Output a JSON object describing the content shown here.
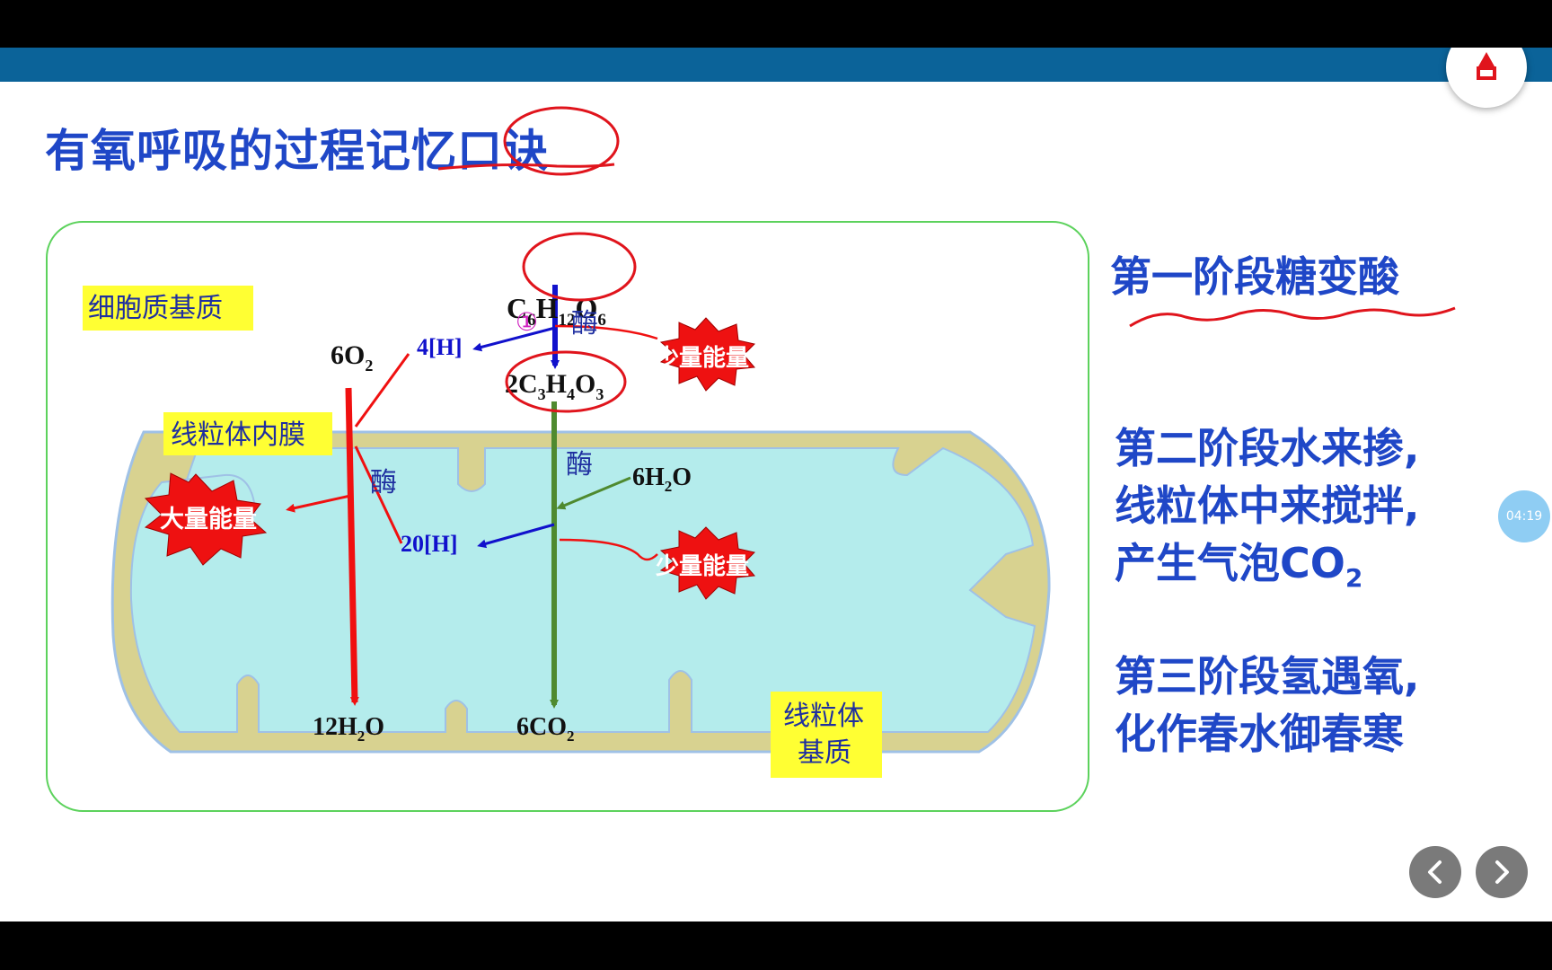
{
  "slide": {
    "title": "有氧呼吸的过程记忆口诀"
  },
  "diagram": {
    "region_labels": {
      "cytoplasm": "细胞质基质",
      "inner_membrane": "线粒体内膜",
      "matrix_line1": "线粒体",
      "matrix_line2": "基质"
    },
    "enzyme_label": "酶",
    "stage_marker": "①",
    "energy_small": "少量能量",
    "energy_large": "大量能量",
    "glucose": {
      "base": "C",
      "n1": "6",
      "b2": "H",
      "n2": "12",
      "b3": "O",
      "n3": "6"
    },
    "pyruvate": {
      "pre": "2C",
      "n1": "3",
      "b2": "H",
      "n2": "4",
      "b3": "O",
      "n3": "3"
    },
    "oxygen": {
      "pre": "6O",
      "n1": "2"
    },
    "hydrogen_4": "4[H]",
    "hydrogen_20": "20[H]",
    "water_in": {
      "pre": "6H",
      "n1": "2",
      "post": "O"
    },
    "water_out": {
      "pre": "12H",
      "n1": "2",
      "post": "O"
    },
    "co2_out": {
      "pre": "6CO",
      "n1": "2"
    }
  },
  "mnemonic": {
    "stage1": "第一阶段糖变酸",
    "stage2_line1": "第二阶段水来掺,",
    "stage2_line2": "线粒体中来搅拌,",
    "stage2_line3_main": "产生气泡CO",
    "stage2_line3_sub": "2",
    "stage3_line1": "第三阶段氢遇氧,",
    "stage3_line2": "化作春水御春寒"
  },
  "player": {
    "timer": "04:19"
  },
  "colors": {
    "title_blue": "#1f47c7",
    "header_band": "#0b6399",
    "annotation_red": "#e0141c",
    "label_yellow": "#ffff33",
    "matrix_fill": "#b4ecec",
    "membrane_fill": "#d7d08f",
    "arrow_red": "#f01010",
    "arrow_green": "#4f8a2f",
    "arrow_blue": "#1111cc"
  }
}
